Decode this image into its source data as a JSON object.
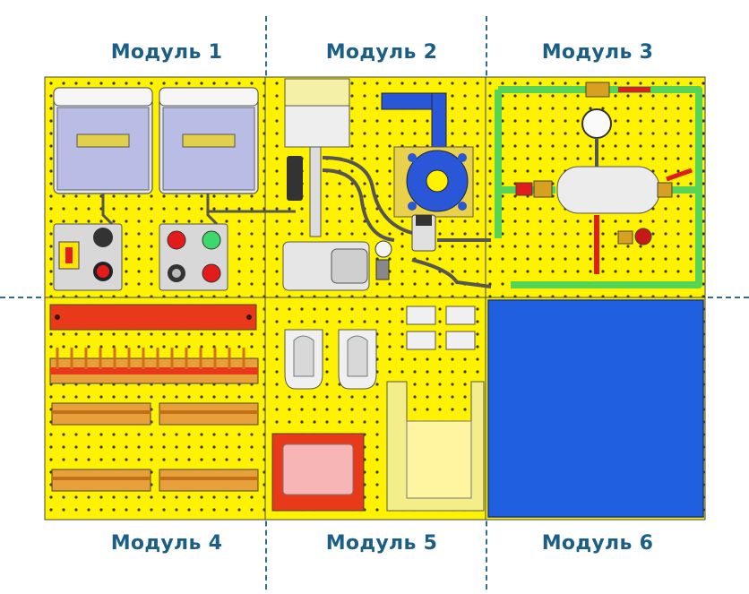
{
  "modules": [
    {
      "id": 1,
      "label": "Модуль 1"
    },
    {
      "id": 2,
      "label": "Модуль 2"
    },
    {
      "id": 3,
      "label": "Модуль 3"
    },
    {
      "id": 4,
      "label": "Модуль 4"
    },
    {
      "id": 5,
      "label": "Модуль 5"
    },
    {
      "id": 6,
      "label": "Модуль 6"
    }
  ],
  "colors": {
    "panel": "#fff200",
    "hole": "#3a3a00",
    "pipe": "#55d455",
    "valve_red": "#e31b1b",
    "blue_part": "#2a56d8",
    "panel_blue": "#1f5fe0",
    "label_text": "#1b5f87",
    "divider": "#2e6d8e"
  }
}
